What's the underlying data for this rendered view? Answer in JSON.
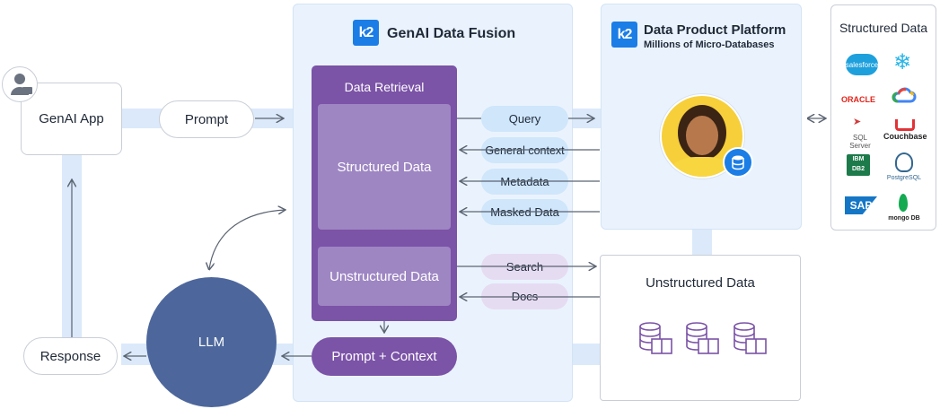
{
  "genai_app": {
    "label": "GenAI App"
  },
  "prompt_pill": {
    "label": "Prompt"
  },
  "response_pill": {
    "label": "Response"
  },
  "llm": {
    "label": "LLM"
  },
  "fusion": {
    "logo": "k2",
    "title": "GenAI Data Fusion",
    "retrieval_title": "Data Retrieval",
    "structured": "Structured Data",
    "unstructured": "Unstructured Data",
    "prompt_context": "Prompt + Context"
  },
  "connectors": {
    "query": "Query",
    "general_context": "General context",
    "metadata": "Metadata",
    "masked_data": "Masked Data",
    "search": "Search",
    "docs": "Docs"
  },
  "platform": {
    "logo": "k2",
    "title": "Data Product Platform",
    "subtitle": "Millions of Micro-Databases"
  },
  "unstructured_box": {
    "title": "Unstructured Data"
  },
  "structured_sources": {
    "title": "Structured Data",
    "logos": {
      "salesforce": "salesforce",
      "oracle": "ORACLE",
      "sqlserver": "SQL Server",
      "couchbase": "Couchbase",
      "ibm": "IBM",
      "db2": "DB2",
      "postgres": "PostgreSQL",
      "sap": "SAP",
      "mongo": "mongo DB"
    }
  },
  "colors": {
    "band": "#dbe9fa",
    "retrieval_purple": "#7b53a7",
    "inner_purple": "#9e86c3",
    "llm_blue": "#4d679c",
    "k2_blue": "#1b7de6",
    "pill_blue": "#cfe6fb",
    "pill_lavender": "#e6dcf2"
  }
}
